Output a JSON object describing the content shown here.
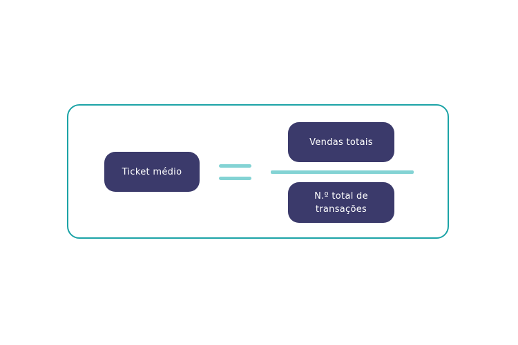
{
  "formula": {
    "left_term": "Ticket médio",
    "numerator": "Vendas totais",
    "denominator": "N.º total de\ntransações"
  },
  "colors": {
    "pill_fill": "#3b3a6b",
    "pill_text": "#ffffff",
    "frame_border": "#1ba3a6",
    "operator_lines": "#83d3d4"
  }
}
